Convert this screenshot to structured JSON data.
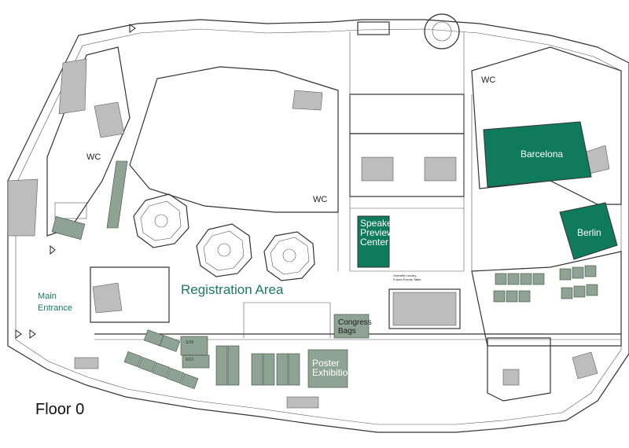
{
  "floor_title": "Floor 0",
  "area_title": "Registration Area",
  "entrance_label_line1": "Main",
  "entrance_label_line2": "Entrance",
  "rooms": {
    "barcelona": "Barcelona",
    "berlin": "Berlin"
  },
  "speaker_preview": [
    "Speaker",
    "Preview",
    "Center"
  ],
  "congress_bags": [
    "Congress",
    "Bags"
  ],
  "poster_exhibition": [
    "Poster",
    "Exhibition"
  ],
  "library_lines": [
    "Scientific Library",
    "Future Events Table"
  ],
  "wc_label": "WC",
  "booth_label_1": "S/16",
  "booth_label_2": "S/17",
  "colors": {
    "room_green": "#0f7a5c",
    "booth_grey_green": "#8fa394",
    "text_green": "#1b7a5d"
  }
}
